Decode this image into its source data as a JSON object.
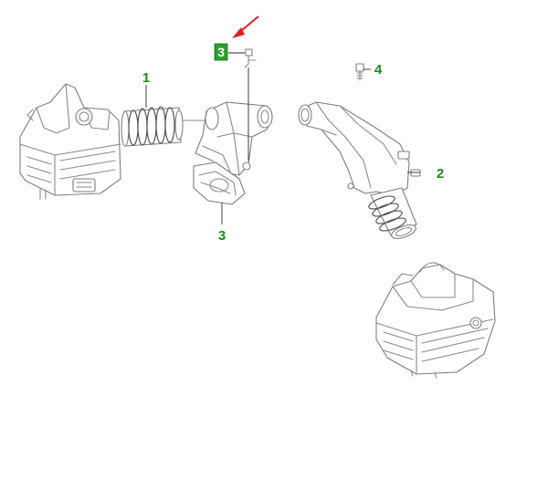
{
  "callouts": [
    {
      "number": "1"
    },
    {
      "number": "2"
    },
    {
      "number": "3"
    },
    {
      "number": "4"
    },
    {
      "number": "3"
    }
  ],
  "colors": {
    "callout_text": "#1b8a1b",
    "callout_highlight": "#2ca02c",
    "arrow": "#e02020",
    "line_art": "#8a8a8a"
  }
}
